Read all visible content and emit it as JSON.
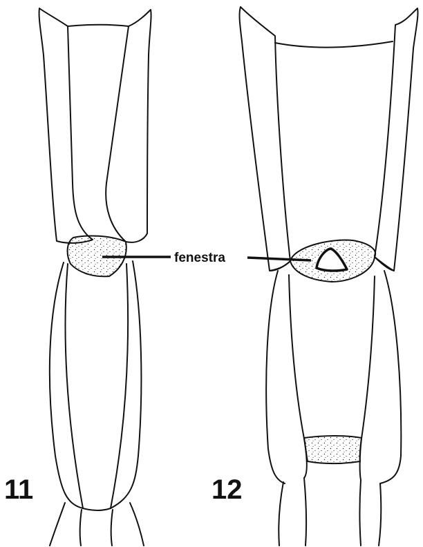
{
  "figures": [
    {
      "number": "11"
    },
    {
      "number": "12"
    }
  ],
  "callout": {
    "label": "fenestra"
  },
  "colors": {
    "line": "#111111",
    "stipple": "#222222",
    "background": "#ffffff"
  }
}
